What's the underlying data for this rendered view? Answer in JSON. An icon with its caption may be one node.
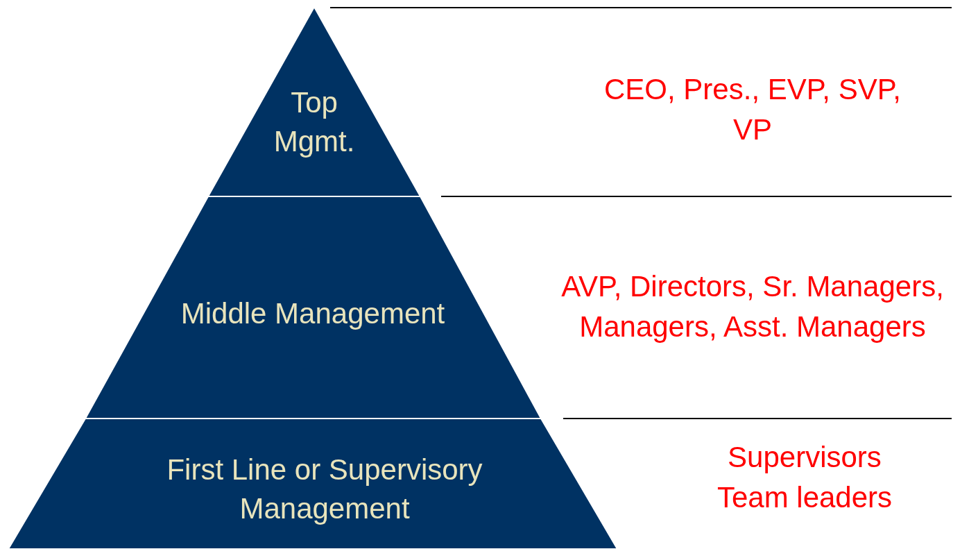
{
  "diagram": {
    "nodes": [
      {
        "text": [
          "Top Mgmt."
        ]
      },
      {
        "text": [
          "Middle Management"
        ]
      },
      {
        "text": [
          "First Line or Supervisory Management"
        ]
      }
    ],
    "edges": [],
    "labels": [
      "CEO, Pres., EVP, SVP, VP",
      "AVP, Directors, Sr. Managers, Managers, Asst. Managers",
      "Supervisors",
      "Team leaders"
    ]
  }
}
